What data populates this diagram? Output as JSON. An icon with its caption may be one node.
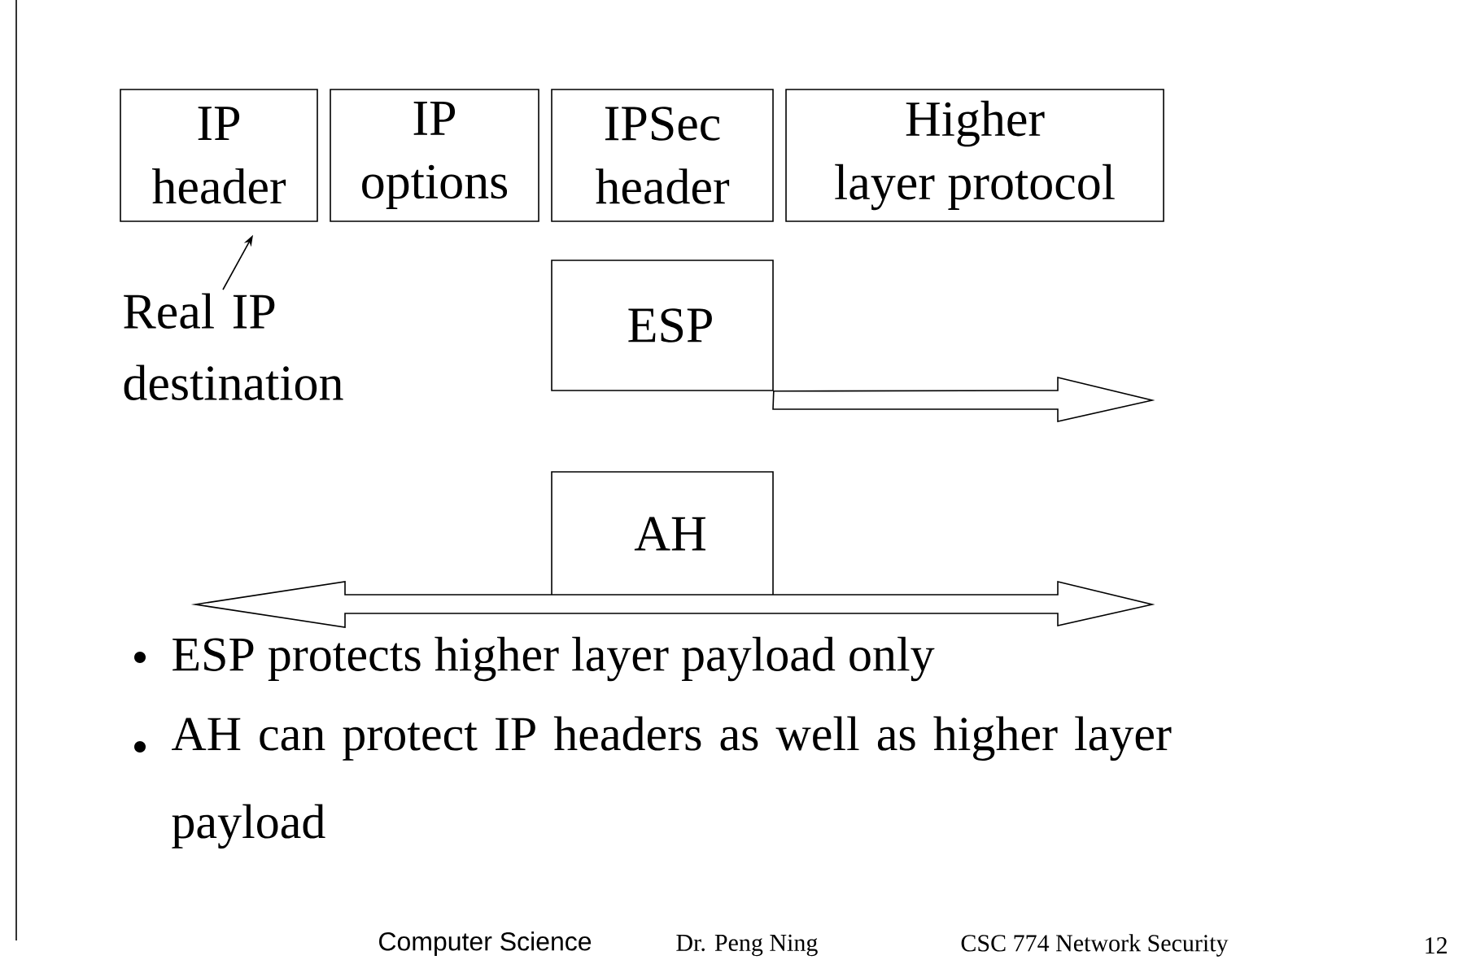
{
  "diagram": {
    "nodes": [
      {
        "text": [
          "IP header"
        ]
      },
      {
        "text": [
          "IP options"
        ]
      },
      {
        "text": [
          "IPSec header"
        ]
      },
      {
        "text": [
          "Higher layer protocol"
        ]
      },
      {
        "text": [
          "Real IP destination"
        ]
      },
      {
        "text": [
          "ESP"
        ]
      },
      {
        "text": [
          "AH"
        ]
      }
    ],
    "edges": [
      {
        "from": 4,
        "to": 0,
        "arrow": "to"
      },
      {
        "from": 5,
        "to": null,
        "arrow": "to"
      },
      {
        "from": 6,
        "to": null,
        "arrow": "to"
      },
      {
        "from": 6,
        "to": null,
        "arrow": "to"
      }
    ],
    "labels": [
      "ESP protects higher layer payload only",
      "AH can protect IP headers as well as higher layer payload",
      "Computer Science",
      "Dr. Peng Ning",
      "CSC 774 Network Security",
      "12"
    ]
  }
}
